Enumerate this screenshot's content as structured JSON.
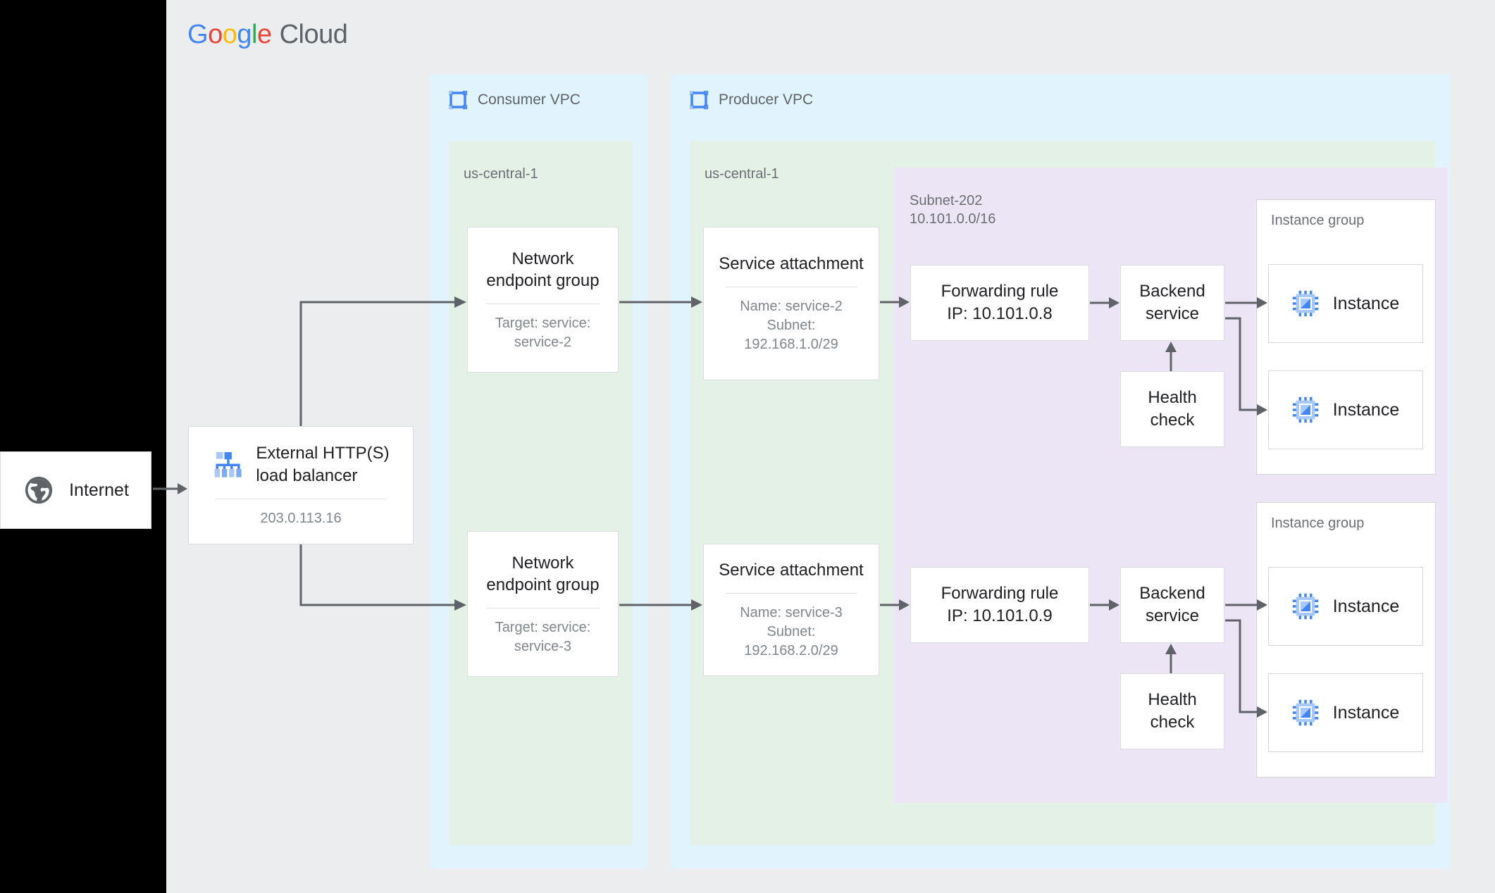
{
  "brand": {
    "name_parts": [
      "G",
      "o",
      "o",
      "g",
      "l",
      "e"
    ],
    "suffix": "Cloud",
    "colors": {
      "blue": "#4285F4",
      "red": "#EA4335",
      "yellow": "#FBBC05",
      "green": "#34A853",
      "grey": "#5F6368"
    }
  },
  "palette": {
    "page_bg": "#000000",
    "panel_bg": "#ebedef",
    "vpc_bg": "#e1f3fd",
    "region_bg": "#e3f1e7",
    "subnet_bg": "#ece5f6",
    "card_bg": "#ffffff",
    "card_border": "#dadce0",
    "wire": "#5f6368",
    "text_primary": "#202124",
    "text_secondary": "#80868b",
    "icon_blue_dark": "#4285F4",
    "icon_blue_light": "#A6C8FA"
  },
  "internet": {
    "label": "Internet",
    "icon": "globe-icon"
  },
  "load_balancer": {
    "title": "External HTTP(S)\nload balancer",
    "ip": "203.0.113.16",
    "icon": "load-balancer-icon"
  },
  "consumer_vpc": {
    "label": "Consumer VPC",
    "icon": "vpc-icon",
    "region": "us-central-1",
    "negs": [
      {
        "title": "Network\nendpoint group",
        "sub": "Target: service:\nservice-2"
      },
      {
        "title": "Network\nendpoint group",
        "sub": "Target: service:\nservice-3"
      }
    ]
  },
  "producer_vpc": {
    "label": "Producer VPC",
    "icon": "vpc-icon",
    "region": "us-central-1",
    "service_attachments": [
      {
        "title": "Service attachment",
        "sub": "Name: service-2\nSubnet:\n192.168.1.0/29"
      },
      {
        "title": "Service attachment",
        "sub": "Name: service-3\nSubnet:\n192.168.2.0/29"
      }
    ],
    "subnet": {
      "name": "Subnet-202",
      "cidr": "10.101.0.0/16",
      "label": "Subnet-202\n10.101.0.0/16",
      "stacks": [
        {
          "forwarding_rule": "Forwarding rule\nIP: 10.101.0.8",
          "backend_service": "Backend\nservice",
          "health_check": "Health\ncheck",
          "instance_group": {
            "label": "Instance group",
            "instances": [
              {
                "label": "Instance",
                "icon": "vm-instance-icon"
              },
              {
                "label": "Instance",
                "icon": "vm-instance-icon"
              }
            ]
          }
        },
        {
          "forwarding_rule": "Forwarding rule\nIP: 10.101.0.9",
          "backend_service": "Backend\nservice",
          "health_check": "Health\ncheck",
          "instance_group": {
            "label": "Instance group",
            "instances": [
              {
                "label": "Instance",
                "icon": "vm-instance-icon"
              },
              {
                "label": "Instance",
                "icon": "vm-instance-icon"
              }
            ]
          }
        }
      ]
    }
  }
}
